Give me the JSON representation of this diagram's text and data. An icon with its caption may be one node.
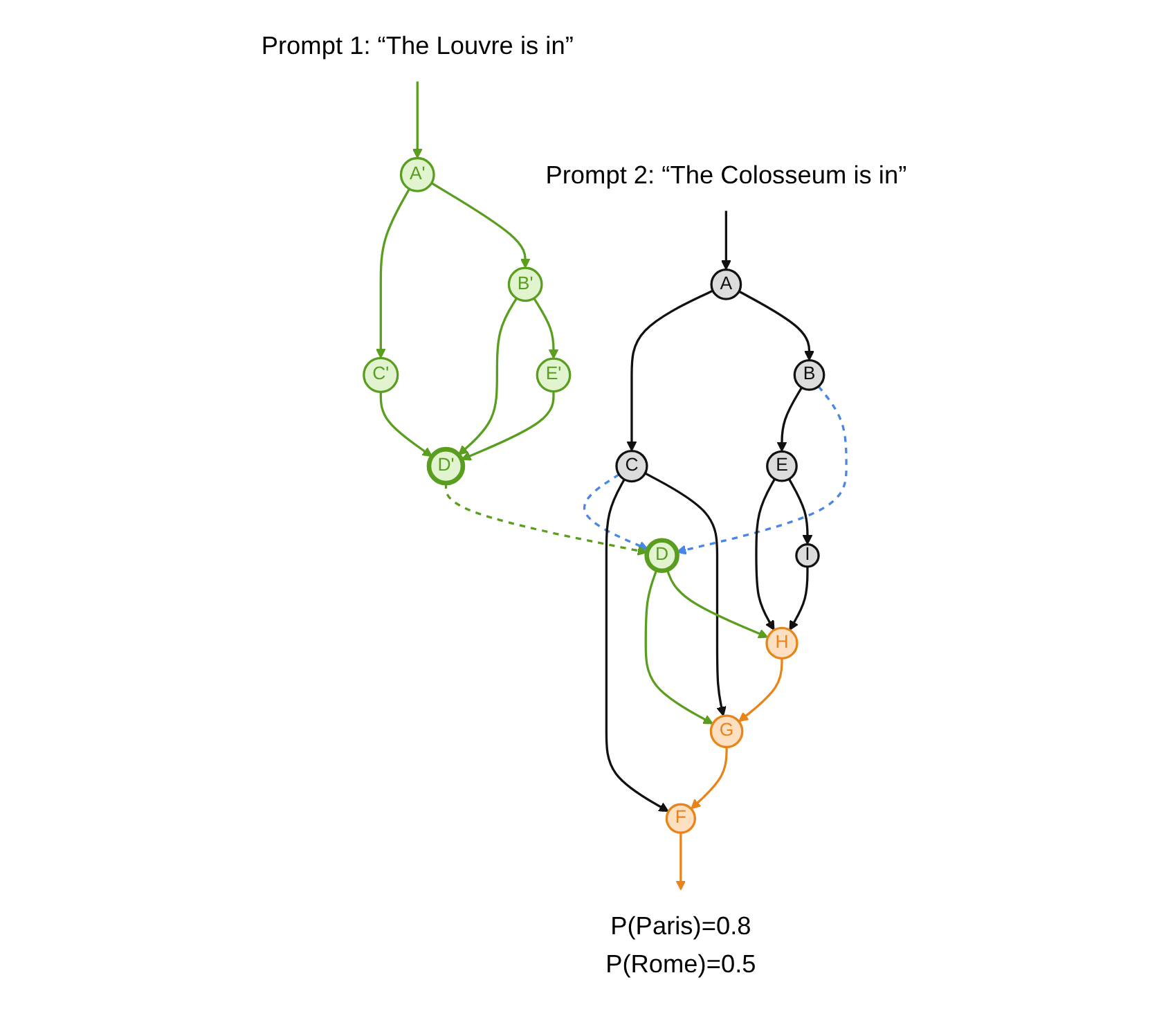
{
  "diagram": {
    "nodes": [
      {
        "text": [
          "Prompt 1: “The Louvre is in”"
        ]
      },
      {
        "text": [
          "A'"
        ]
      },
      {
        "text": [
          "B'"
        ]
      },
      {
        "text": [
          "C'"
        ]
      },
      {
        "text": [
          "E'"
        ]
      },
      {
        "text": [
          "D'"
        ]
      },
      {
        "text": [
          "Prompt 2: “The Colosseum is in”"
        ]
      },
      {
        "text": [
          "A"
        ]
      },
      {
        "text": [
          "B"
        ]
      },
      {
        "text": [
          "C"
        ]
      },
      {
        "text": [
          "E"
        ]
      },
      {
        "text": [
          "D"
        ]
      },
      {
        "text": [
          "I"
        ]
      },
      {
        "text": [
          "H"
        ]
      },
      {
        "text": [
          "G"
        ]
      },
      {
        "text": [
          "F"
        ]
      },
      {
        "text": [
          "P(Paris)=0.8",
          "P(Rome)=0.5"
        ]
      }
    ],
    "edges": [
      {
        "from": 0,
        "to": 1,
        "arrow": "to"
      },
      {
        "from": 1,
        "to": 3,
        "arrow": "to"
      },
      {
        "from": 1,
        "to": 2,
        "arrow": "to"
      },
      {
        "from": 2,
        "to": 5,
        "arrow": "to"
      },
      {
        "from": 2,
        "to": 4,
        "arrow": "to"
      },
      {
        "from": 3,
        "to": 5,
        "arrow": "to"
      },
      {
        "from": 4,
        "to": 5,
        "arrow": "to"
      },
      {
        "from": 6,
        "to": 7,
        "arrow": "to",
        "color": "#111111"
      },
      {
        "from": 7,
        "to": 9,
        "arrow": "to",
        "color": "#111111"
      },
      {
        "from": 7,
        "to": 8,
        "arrow": "to",
        "color": "#111111"
      },
      {
        "from": 8,
        "to": 10,
        "arrow": "to",
        "color": "#111111"
      },
      {
        "from": 9,
        "to": 11,
        "arrow": "to",
        "style": "dashed",
        "color": "#4a86e8"
      },
      {
        "from": 8,
        "to": 11,
        "arrow": "to",
        "style": "dashed",
        "color": "#4a86e8"
      },
      {
        "from": 5,
        "to": 11,
        "arrow": "to",
        "style": "dashed"
      },
      {
        "from": 9,
        "to": 15,
        "arrow": "to",
        "color": "#111111"
      },
      {
        "from": 9,
        "to": 14,
        "arrow": "to",
        "color": "#111111"
      },
      {
        "from": 10,
        "to": 13,
        "arrow": "to",
        "color": "#111111"
      },
      {
        "from": 10,
        "to": 12,
        "arrow": "to",
        "color": "#111111"
      },
      {
        "from": 11,
        "to": 14,
        "arrow": "to"
      },
      {
        "from": 11,
        "to": 13,
        "arrow": "to"
      },
      {
        "from": 12,
        "to": 13,
        "arrow": "to",
        "color": "#111111"
      },
      {
        "from": 13,
        "to": 14,
        "arrow": "to",
        "color": "#e8841a"
      },
      {
        "from": 14,
        "to": 15,
        "arrow": "to",
        "color": "#e8841a"
      },
      {
        "from": 15,
        "to": 16,
        "arrow": "to",
        "color": "#e8841a"
      }
    ]
  }
}
